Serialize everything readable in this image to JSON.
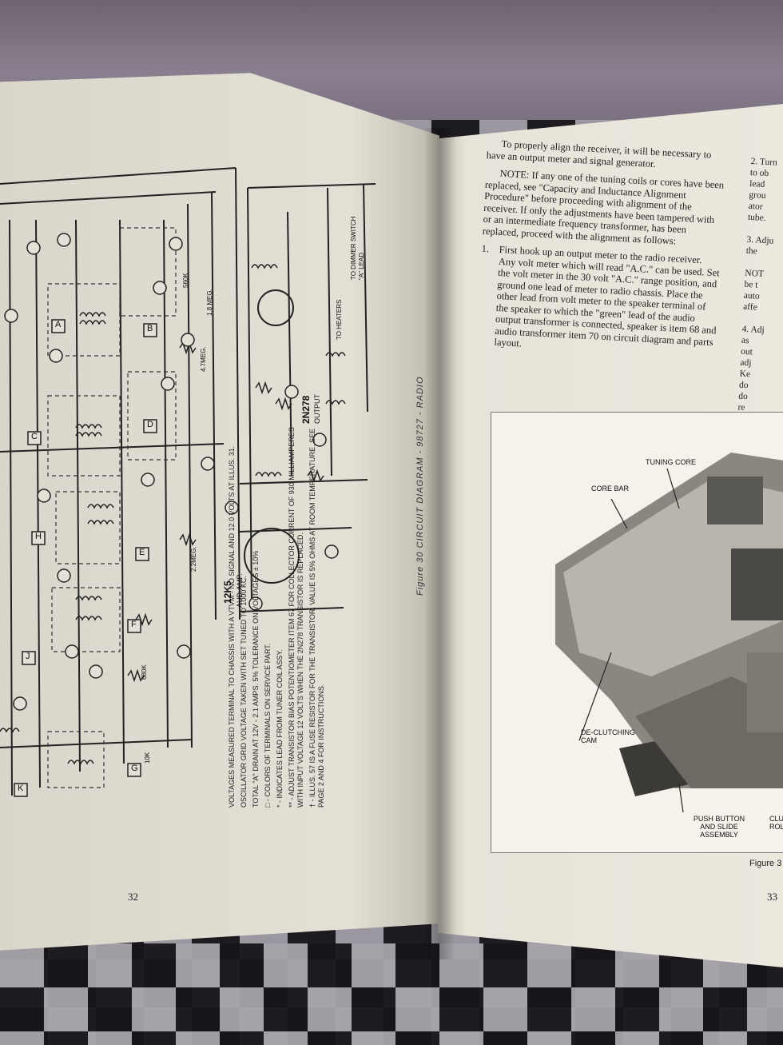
{
  "left_page": {
    "page_number": "32",
    "figure_caption": "Figure 30 CIRCUIT DIAGRAM - 98727 - RADIO",
    "schematic_labels": {
      "tube1": "12K5",
      "tube1_desc": "AUD-AMP.",
      "transistor": "2N278",
      "transistor_desc": "OUTPUT",
      "to_heaters": "TO HEATERS",
      "to_dimmer": "TO DIMMER SWITCH \"A\" LEAD",
      "boxes": [
        "A",
        "B",
        "C",
        "D",
        "E",
        "F",
        "G",
        "H",
        "J",
        "K"
      ],
      "r_2_2meg": "2.2MEG.",
      "r_4_7meg": "4.7MEG.",
      "r_680k": "680K",
      "r_10k": "10K",
      "r_1_8meg": "1.8 MEG.",
      "r_560k": "560K"
    },
    "notes": [
      "VOLTAGES MEASURED TERMINAL TO CHASSIS WITH A VTVM - NO SIGNAL AND 12.0 VOLTS AT ILLUS. 31.",
      "OSCILLATOR GRID VOLTAGE TAKEN WITH SET TUNED TO 1000 KC.",
      "TOTAL \"A\" DRAIN AT 12V - 2.1 AMPS. 5% TOLERANCE ON VOLTAGES ± 10%",
      "□ - COLORS OF TERMINALS ON SERVICE PART.",
      "* - INDICATES LEAD FROM TUNER COIL ASSY.",
      "** - ADJUST TRANSISTOR BIAS POTENTIOMETER ITEM 67 FOR COLLECTOR CURRENT OF 930 MILLIAMPERES WITH INPUT VOLTAGE 12 VOLTS WHEN THE 2N278 TRANSISTOR IS REPLACED.",
      "† - ILLUS. 57 IS A FUSE RESISTOR FOR THE TRANSISTOR. VALUE IS 5% OHMS AT ROOM TEMPERATURE. SEE PAGE 2 AND 4 FOR INSTRUCTIONS."
    ]
  },
  "right_page": {
    "page_number": "33",
    "intro": "To properly align the receiver, it will be necessary to have an output meter and signal generator.",
    "note": "NOTE: If any one of the tuning coils or cores have been replaced, see \"Capacity and Inductance Alignment Procedure\" before proceeding with alignment of the receiver. If only the adjustments have been tampered with or an intermediate frequency transformer, has been replaced, proceed with the alignment as follows:",
    "step1_num": "1.",
    "step1": "First hook up an output meter to the radio receiver. Any volt meter which will read \"A.C.\" can be used. Set the volt meter in the 30 volt \"A.C.\" range position, and ground one lead of meter to radio chassis. Place the other lead from volt meter to the speaker terminal of the speaker to which the \"green\" lead of the audio output transformer is connected, speaker is item 68 and audio transformer item 70 on circuit diagram and parts layout.",
    "side_col": [
      "2. Turn",
      "to ob",
      "lead",
      "grou",
      "ator",
      "tube.",
      "",
      "3. Adju",
      "the",
      "",
      "NOT",
      "be t",
      "auto",
      "affe",
      "",
      "4. Adj",
      "as",
      "out",
      "adj",
      "Ke",
      "do",
      "do",
      "re"
    ],
    "photo_callouts": {
      "tuning_core": "TUNING CORE",
      "core_bar": "CORE BAR",
      "de_clutching_cam": "DE-CLUTCHING CAM",
      "push_button": "PUSH BUTTON AND SLIDE ASSEMBLY",
      "clu": "CLU ROL"
    },
    "figure_label": "Figure 3"
  },
  "colors": {
    "paper": "#e8e5da",
    "ink": "#222222",
    "floor_dark": "#1d1a20",
    "floor_light": "#9a97a0",
    "rug": "#8a7f8e"
  }
}
